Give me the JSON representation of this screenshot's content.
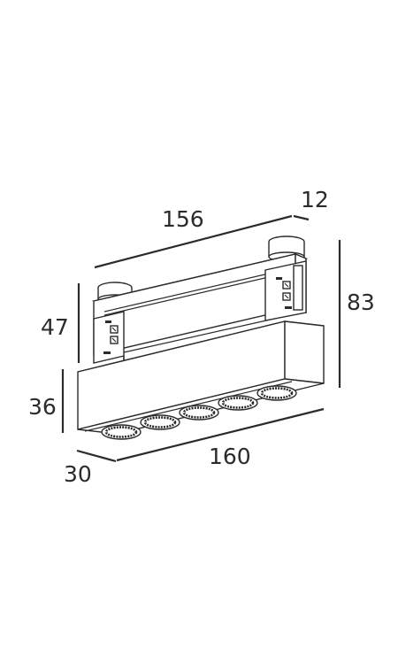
{
  "dimensions": {
    "top_length": "156",
    "top_depth": "12",
    "total_height": "83",
    "adapter_height": "47",
    "body_height": "36",
    "body_length": "160",
    "body_depth": "30"
  },
  "colors": {
    "line": "#2b2b2b",
    "background": "#ffffff"
  },
  "lens_count": 5
}
